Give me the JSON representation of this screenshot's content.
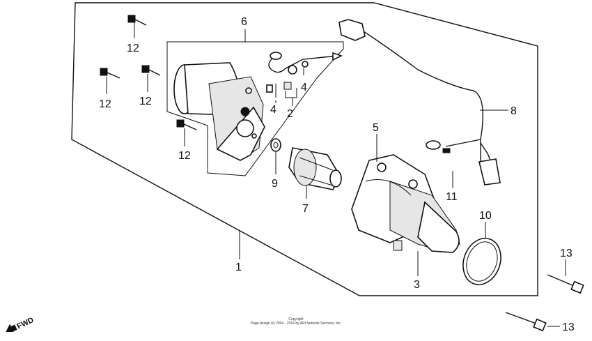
{
  "diagram": {
    "callouts": {
      "c1": "1",
      "c2": "2",
      "c3": "3",
      "c4a": "4",
      "c4b": "4",
      "c5": "5",
      "c6": "6",
      "c7": "7",
      "c8": "8",
      "c9": "9",
      "c10": "10",
      "c11": "11",
      "c12a": "12",
      "c12b": "12",
      "c12c": "12",
      "c12d": "12",
      "c13a": "13",
      "c13b": "13"
    },
    "fwd_label": "FWD",
    "copyright_line1": "Copyright",
    "copyright_line2": "Page design (c) 2004 - 2014 by ARI Network Services, Inc."
  }
}
